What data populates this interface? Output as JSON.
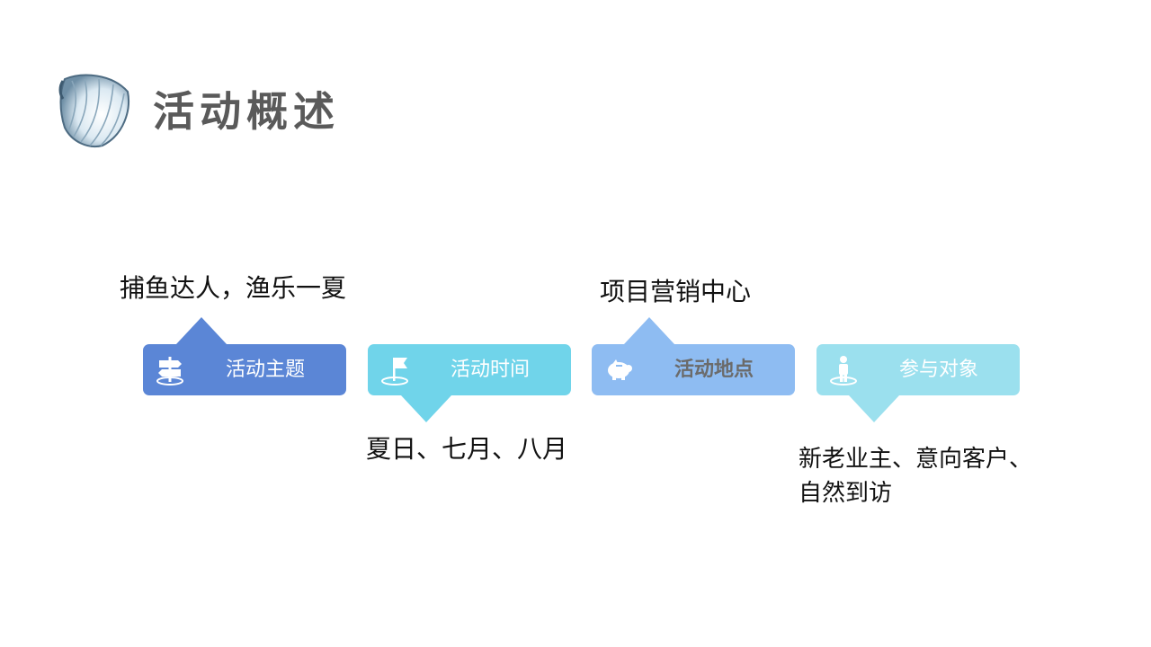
{
  "title": "活动概述",
  "logo_icon": "scallop-shell-icon",
  "tabs": [
    {
      "label": "活动主题",
      "icon": "signpost-icon",
      "color": "#5b86d6",
      "text_color": "#ffffff",
      "caption": "捕鱼达人，渔乐一夏",
      "caption_position": "above"
    },
    {
      "label": "活动时间",
      "icon": "flag-icon",
      "color": "#70d4ea",
      "text_color": "#ffffff",
      "caption": "夏日、七月、八月",
      "caption_position": "below"
    },
    {
      "label": "活动地点",
      "icon": "piggy-bank-icon",
      "color": "#8ebcf2",
      "text_color": "#6b6b6b",
      "caption": "项目营销中心",
      "caption_position": "above"
    },
    {
      "label": "参与对象",
      "icon": "person-icon",
      "color": "#9be0ee",
      "text_color": "#ffffff",
      "caption_line1": "新老业主、意向客户、",
      "caption_line2": "自然到访",
      "caption_position": "below"
    }
  ]
}
